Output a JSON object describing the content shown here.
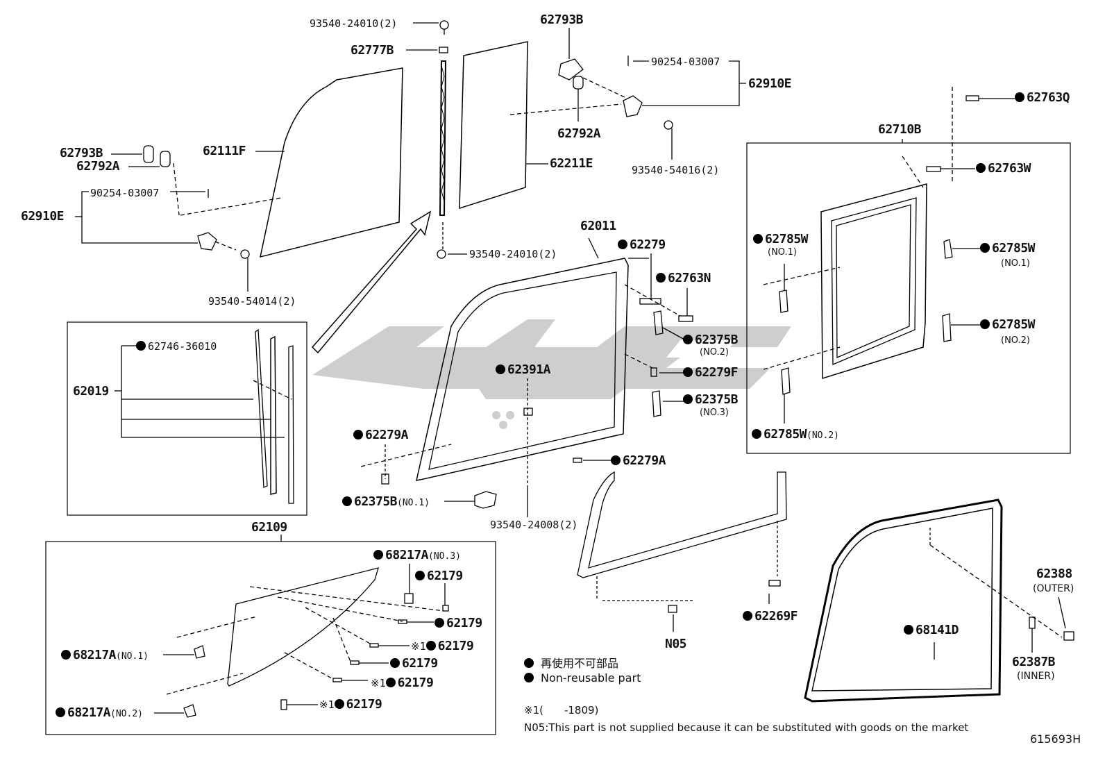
{
  "diagram_id": "615693H",
  "legend": {
    "jp": "再使用不可部品",
    "en": "Non-reusable part",
    "note1": "※1(　　-1809)",
    "note_n05": "N05:This part is not supplied because it can be substituted with goods on the market"
  },
  "parts": [
    {
      "text": "93540-24010(2)",
      "dot": false
    },
    {
      "text": "62777B",
      "dot": false
    },
    {
      "text": "62793B",
      "dot": false
    },
    {
      "text": "90254-03007",
      "dot": false
    },
    {
      "text": "62910E",
      "dot": false
    },
    {
      "text": "62792A",
      "dot": false
    },
    {
      "text": "93540-54016(2)",
      "dot": false
    },
    {
      "text": "62211E",
      "dot": false
    },
    {
      "text": "93540-24010(2)",
      "dot": false
    },
    {
      "text": "62111F",
      "dot": false
    },
    {
      "text": "62793B",
      "dot": false
    },
    {
      "text": "62792A",
      "dot": false
    },
    {
      "text": "90254-03007",
      "dot": false
    },
    {
      "text": "62910E",
      "dot": false
    },
    {
      "text": "93540-54014(2)",
      "dot": false
    },
    {
      "text": "62763Q",
      "dot": true
    },
    {
      "text": "62710B",
      "dot": false
    },
    {
      "text": "62763W",
      "dot": true
    },
    {
      "text": "62785W",
      "dot": true,
      "sub": "(NO.1)"
    },
    {
      "text": "62785W",
      "dot": true,
      "sub": "(NO.1)"
    },
    {
      "text": "62785W",
      "dot": true,
      "sub": "(NO.2)"
    },
    {
      "text": "62785W",
      "dot": true,
      "sub": "(NO.2)"
    },
    {
      "text": "62011",
      "dot": false
    },
    {
      "text": "62279",
      "dot": true
    },
    {
      "text": "62763N",
      "dot": true
    },
    {
      "text": "62375B",
      "dot": true,
      "sub": "(NO.2)"
    },
    {
      "text": "62279F",
      "dot": true
    },
    {
      "text": "62375B",
      "dot": true,
      "sub": "(NO.3)"
    },
    {
      "text": "62391A",
      "dot": true
    },
    {
      "text": "62279A",
      "dot": true
    },
    {
      "text": "62279A",
      "dot": true
    },
    {
      "text": "62375B",
      "dot": true,
      "sub": "(NO.1)"
    },
    {
      "text": "93540-24008(2)",
      "dot": false
    },
    {
      "text": "62746-36010",
      "dot": true
    },
    {
      "text": "62019",
      "dot": false
    },
    {
      "text": "62109",
      "dot": false
    },
    {
      "text": "68217A",
      "dot": true,
      "sub": "(NO.3)"
    },
    {
      "text": "62179",
      "dot": true
    },
    {
      "text": "62179",
      "dot": true
    },
    {
      "text": "※1",
      "dot": false
    },
    {
      "text": "62179",
      "dot": true
    },
    {
      "text": "62179",
      "dot": true
    },
    {
      "text": "※1",
      "dot": false
    },
    {
      "text": "62179",
      "dot": true
    },
    {
      "text": "※1",
      "dot": false
    },
    {
      "text": "62179",
      "dot": true
    },
    {
      "text": "68217A",
      "dot": true,
      "sub": "(NO.1)"
    },
    {
      "text": "68217A",
      "dot": true,
      "sub": "(NO.2)"
    },
    {
      "text": "62269F",
      "dot": true
    },
    {
      "text": "N05",
      "dot": false
    },
    {
      "text": "68141D",
      "dot": true
    },
    {
      "text": "62388",
      "dot": false,
      "sub": "(OUTER)"
    },
    {
      "text": "62387B",
      "dot": false,
      "sub": "(INNER)"
    }
  ],
  "colors": {
    "line": "#000000",
    "watermark": "#c8c8c8"
  }
}
